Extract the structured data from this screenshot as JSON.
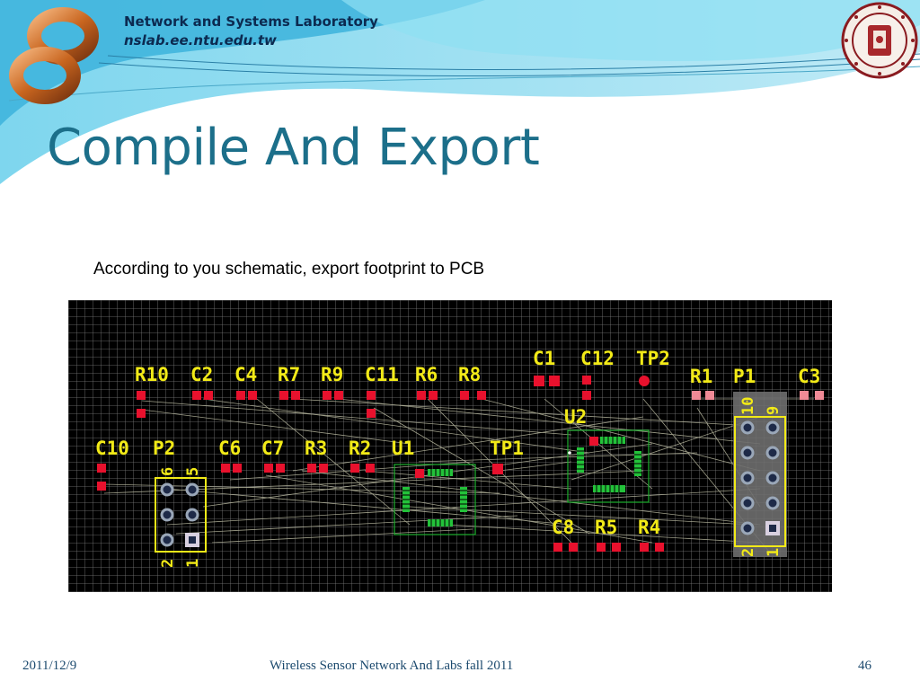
{
  "header": {
    "lab_name": "Network and Systems Laboratory",
    "lab_url": "nslab.ee.ntu.edu.tw",
    "lab_logo_icon": "infinity-ring-logo-icon",
    "seal_icon": "university-seal-icon"
  },
  "slide": {
    "title": "Compile And Export",
    "body": "According to you schematic, export footprint to PCB"
  },
  "pcb": {
    "background": "#000000",
    "label_color": "#f2ea17",
    "pad_color": "#e8112d",
    "components": [
      "R10",
      "C2",
      "C4",
      "R7",
      "R9",
      "C11",
      "R6",
      "R8",
      "C1",
      "C12",
      "TP2",
      "R1",
      "P1",
      "C3",
      "U2",
      "C10",
      "P2",
      "C6",
      "C7",
      "R3",
      "R2",
      "U1",
      "TP1",
      "C8",
      "R5",
      "R4"
    ],
    "pin_labels": {
      "p2_top": [
        "6",
        "5"
      ],
      "p2_bottom": [
        "2",
        "1"
      ],
      "p1_top": [
        "10",
        "9"
      ],
      "p1_bottom": [
        "2",
        "1"
      ]
    }
  },
  "footer": {
    "date": "2011/12/9",
    "course": "Wireless Sensor Network And Labs fall 2011",
    "page_number": "46"
  }
}
